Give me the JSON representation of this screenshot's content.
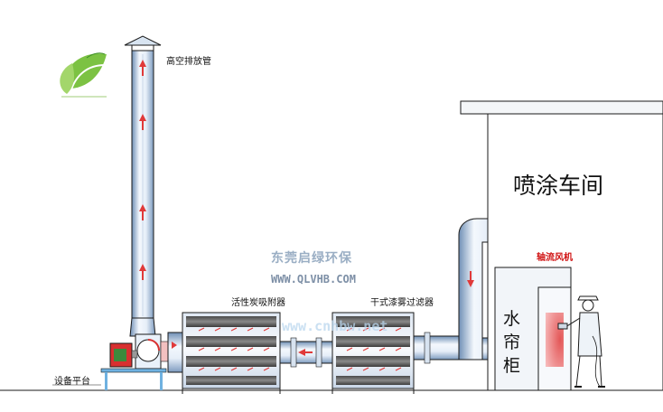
{
  "labels": {
    "exhaust_pipe": "高空排放管",
    "activated_carbon": "活性炭吸附器",
    "dry_filter": "干式漆雾过滤器",
    "axial_fan": "轴流风机",
    "spray_room": "喷涂车间",
    "water_curtain": "水帘柜",
    "platform": "设备平台"
  },
  "watermark": {
    "company": "东莞启绿环保",
    "url": "WWW.QLVHB.COM",
    "site": "www.cnhbw.net"
  },
  "colors": {
    "outline": "#1a1a1a",
    "duct_light": "#eef4fb",
    "duct_shade": "#8fa9c7",
    "flow_arrow": "#e03a3a",
    "fan_red": "#d83030",
    "motor_green": "#3c8a3c",
    "platform_blue": "#6fb1e0",
    "logo_green": "#6dbb3c"
  },
  "icons": {
    "logo": "leaf-logo",
    "worker": "spray-worker-figure",
    "fan": "centrifugal-fan"
  }
}
